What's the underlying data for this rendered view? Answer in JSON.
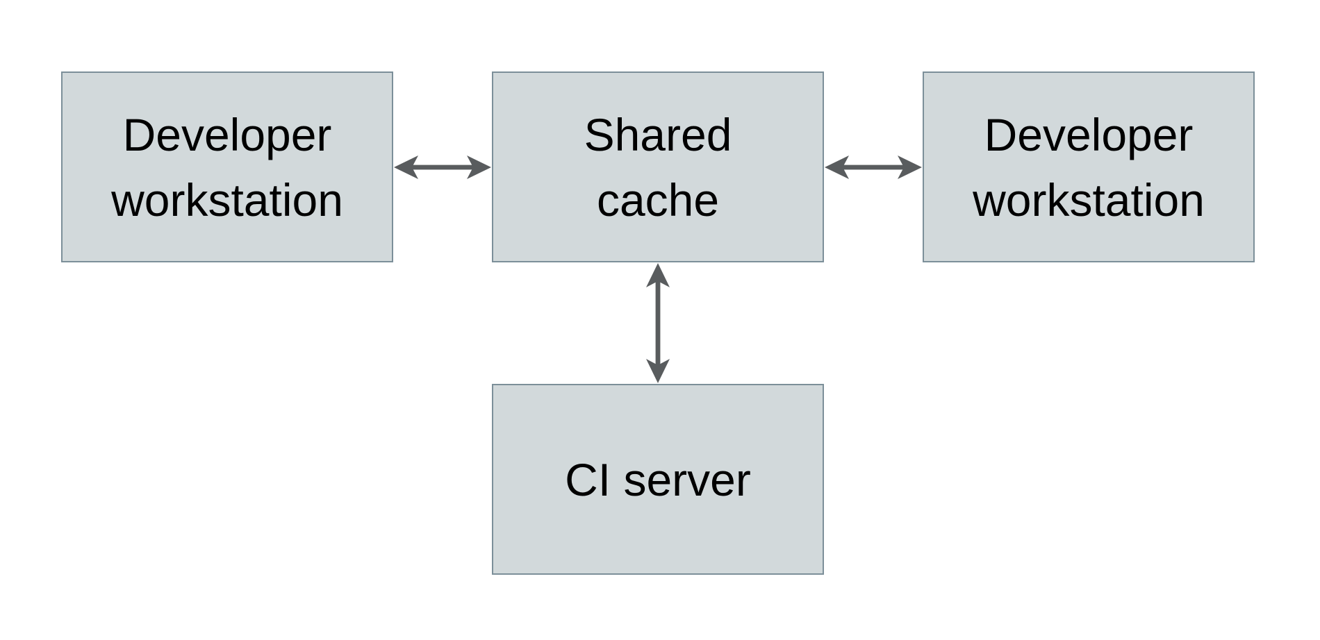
{
  "theme": {
    "background": "#ffffff",
    "box_fill": "#d2d9db",
    "box_border": "#7c8f99",
    "arrow_color": "#595c5e",
    "text_color": "#000000"
  },
  "diagram": {
    "nodes": [
      {
        "id": "developer-workstation-left",
        "lines": [
          "Developer",
          "workstation"
        ]
      },
      {
        "id": "shared-cache",
        "lines": [
          "Shared",
          "cache"
        ]
      },
      {
        "id": "developer-workstation-right",
        "lines": [
          "Developer",
          "workstation"
        ]
      },
      {
        "id": "ci-server",
        "lines": [
          "CI server"
        ]
      }
    ],
    "edges": [
      {
        "from": "developer-workstation-left",
        "to": "shared-cache",
        "direction": "bidirectional"
      },
      {
        "from": "developer-workstation-right",
        "to": "shared-cache",
        "direction": "bidirectional"
      },
      {
        "from": "ci-server",
        "to": "shared-cache",
        "direction": "bidirectional"
      }
    ]
  }
}
